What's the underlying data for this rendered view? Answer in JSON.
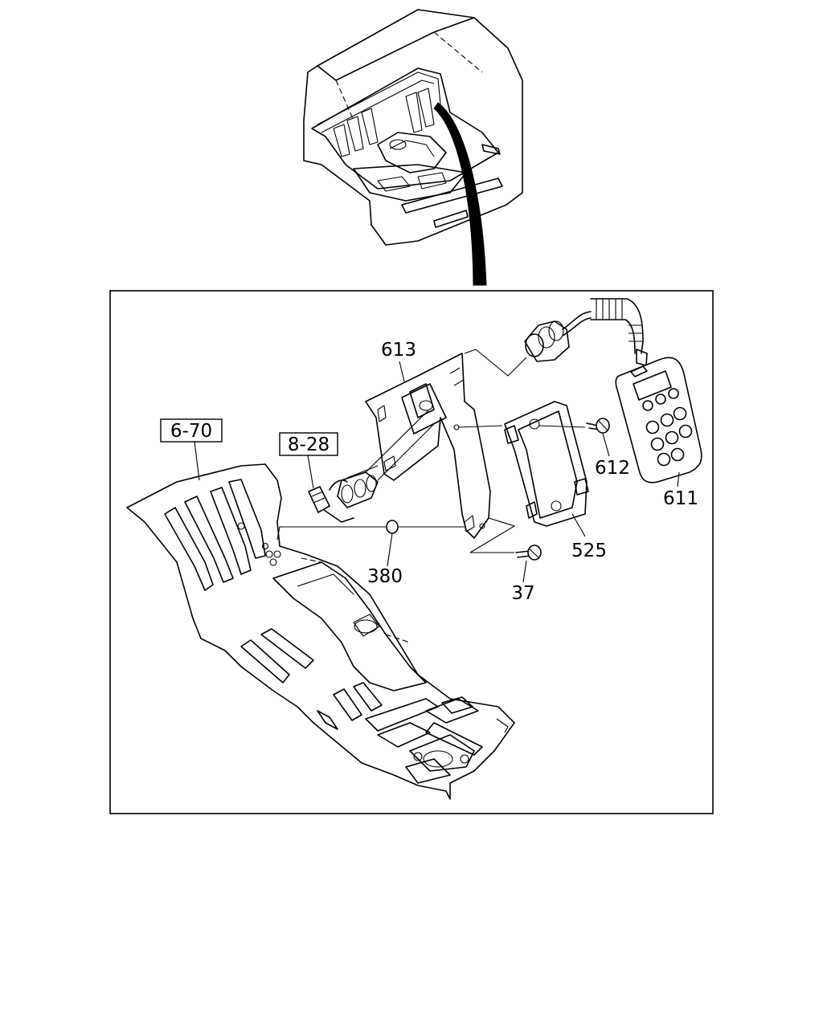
{
  "callouts": {
    "ref_6_70": "6-70",
    "ref_8_28": "8-28",
    "part_613": "613",
    "part_612": "612",
    "part_611": "611",
    "part_525": "525",
    "part_380": "380",
    "part_37": "37"
  }
}
